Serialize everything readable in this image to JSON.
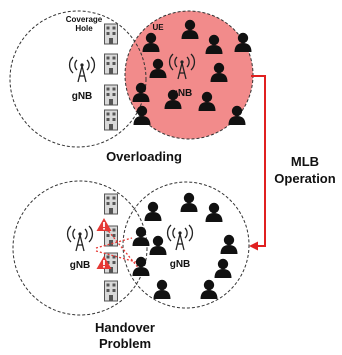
{
  "top": {
    "coverage_hole_line1": "Coverage",
    "coverage_hole_line2": "Hole",
    "ue_label": "UE",
    "left_gnb_label": "gNB",
    "right_gnb_label": "gNB",
    "scenario_label": "Overloading"
  },
  "middle": {
    "operation_line1": "MLB",
    "operation_line2": "Operation"
  },
  "bottom": {
    "left_gnb_label": "gNB",
    "right_gnb_label": "gNB",
    "scenario_line1": "Handover",
    "scenario_line2": "Problem"
  },
  "colors": {
    "overloaded_cell_fill": "#f28b8b",
    "arrow": "#e02020",
    "warning": "#e53935",
    "user": "#111111",
    "dashed_circle": "#333333"
  },
  "icons": {
    "user": "user-icon",
    "building": "building-icon",
    "antenna": "antenna-icon",
    "warning": "warning-icon"
  }
}
